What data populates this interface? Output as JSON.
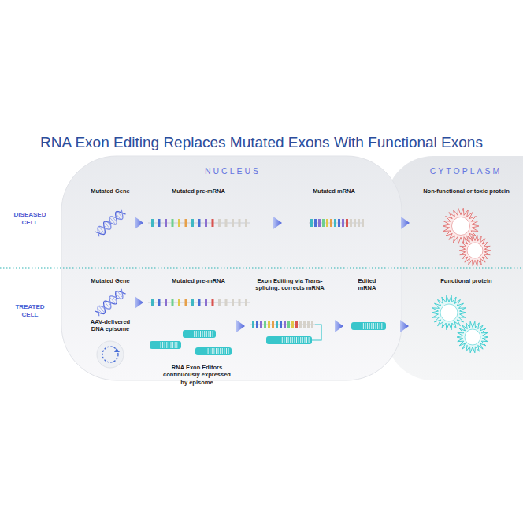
{
  "diagram": {
    "title": "RNA Exon Editing Replaces Mutated Exons With Functional Exons",
    "nodes": [
      {
        "text": [
          "NUCLEUS"
        ]
      },
      {
        "text": [
          "CYTOPLASM"
        ]
      }
    ],
    "labels": [
      "DISEASED CELL",
      "Mutated Gene",
      "Mutated pre-mRNA",
      "Mutated mRNA",
      "Non-functional or toxic protein",
      "TREATED CELL",
      "Mutated Gene",
      "Mutated pre-mRNA",
      "Exon Editing via Trans-splicing: corrects mRNA",
      "Edited mRNA",
      "Functional protein",
      "AAV-delivered DNA episome",
      "RNA Exon Editors continuously expressed by episome"
    ]
  }
}
